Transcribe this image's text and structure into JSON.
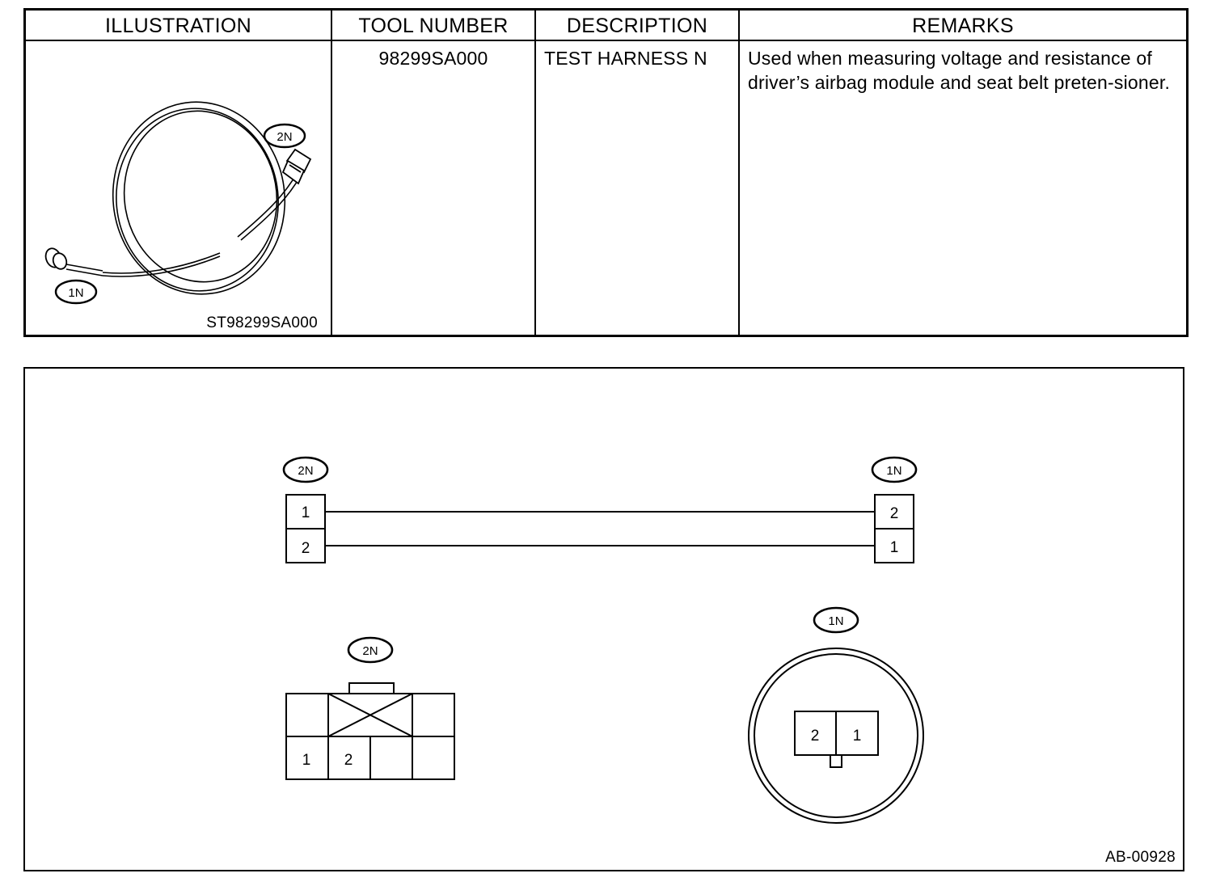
{
  "table": {
    "headers": {
      "illustration": "ILLUSTRATION",
      "tool_number": "TOOL NUMBER",
      "description": "DESCRIPTION",
      "remarks": "REMARKS"
    },
    "row": {
      "tool_number": "98299SA000",
      "description": "TEST HARNESS N",
      "remarks": "Used when measuring voltage and resistance of driver’s airbag module and seat belt preten-sioner.",
      "illustration_code": "ST98299SA000"
    },
    "illustration_labels": {
      "connector_2": "2N",
      "connector_1": "1N"
    }
  },
  "diagram": {
    "code": "AB-00928",
    "wiring": {
      "left_connector": "2N",
      "right_connector": "1N",
      "left_pins": [
        "1",
        "2"
      ],
      "right_pins": [
        "2",
        "1"
      ]
    },
    "connector_2n": {
      "label": "2N",
      "pins": [
        "1",
        "2"
      ]
    },
    "connector_1n": {
      "label": "1N",
      "pins": [
        "2",
        "1"
      ]
    }
  }
}
